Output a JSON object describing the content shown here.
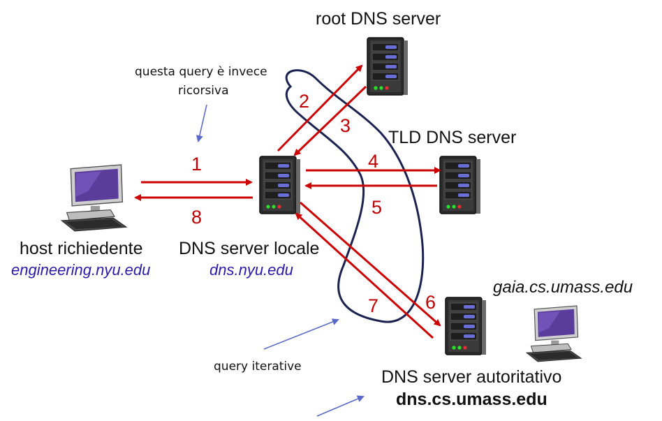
{
  "colors": {
    "arrow": "#cc0000",
    "step_number": "#c00000",
    "annotation_arrow": "#5a68c8",
    "loop": "#1b2250",
    "italic_domain": "#2a1aa8"
  },
  "labels": {
    "root_server": "root DNS server",
    "tld_server": "TLD DNS server",
    "local_server": "DNS server locale",
    "local_server_domain": "dns.nyu.edu",
    "host_requesting": "host richiedente",
    "host_domain": "engineering.nyu.edu",
    "auth_server": "DNS server autoritativo",
    "auth_server_domain": "dns.cs.umass.edu",
    "gaia_host": "gaia.cs.umass.edu",
    "note_recursive_line1": "questa query è invece",
    "note_recursive_line2": "ricorsiva",
    "note_iterative": "query iterative"
  },
  "steps": [
    "1",
    "2",
    "3",
    "4",
    "5",
    "6",
    "7",
    "8"
  ],
  "icons": {
    "server": "server-tower-icon",
    "computer": "desktop-computer-icon"
  }
}
